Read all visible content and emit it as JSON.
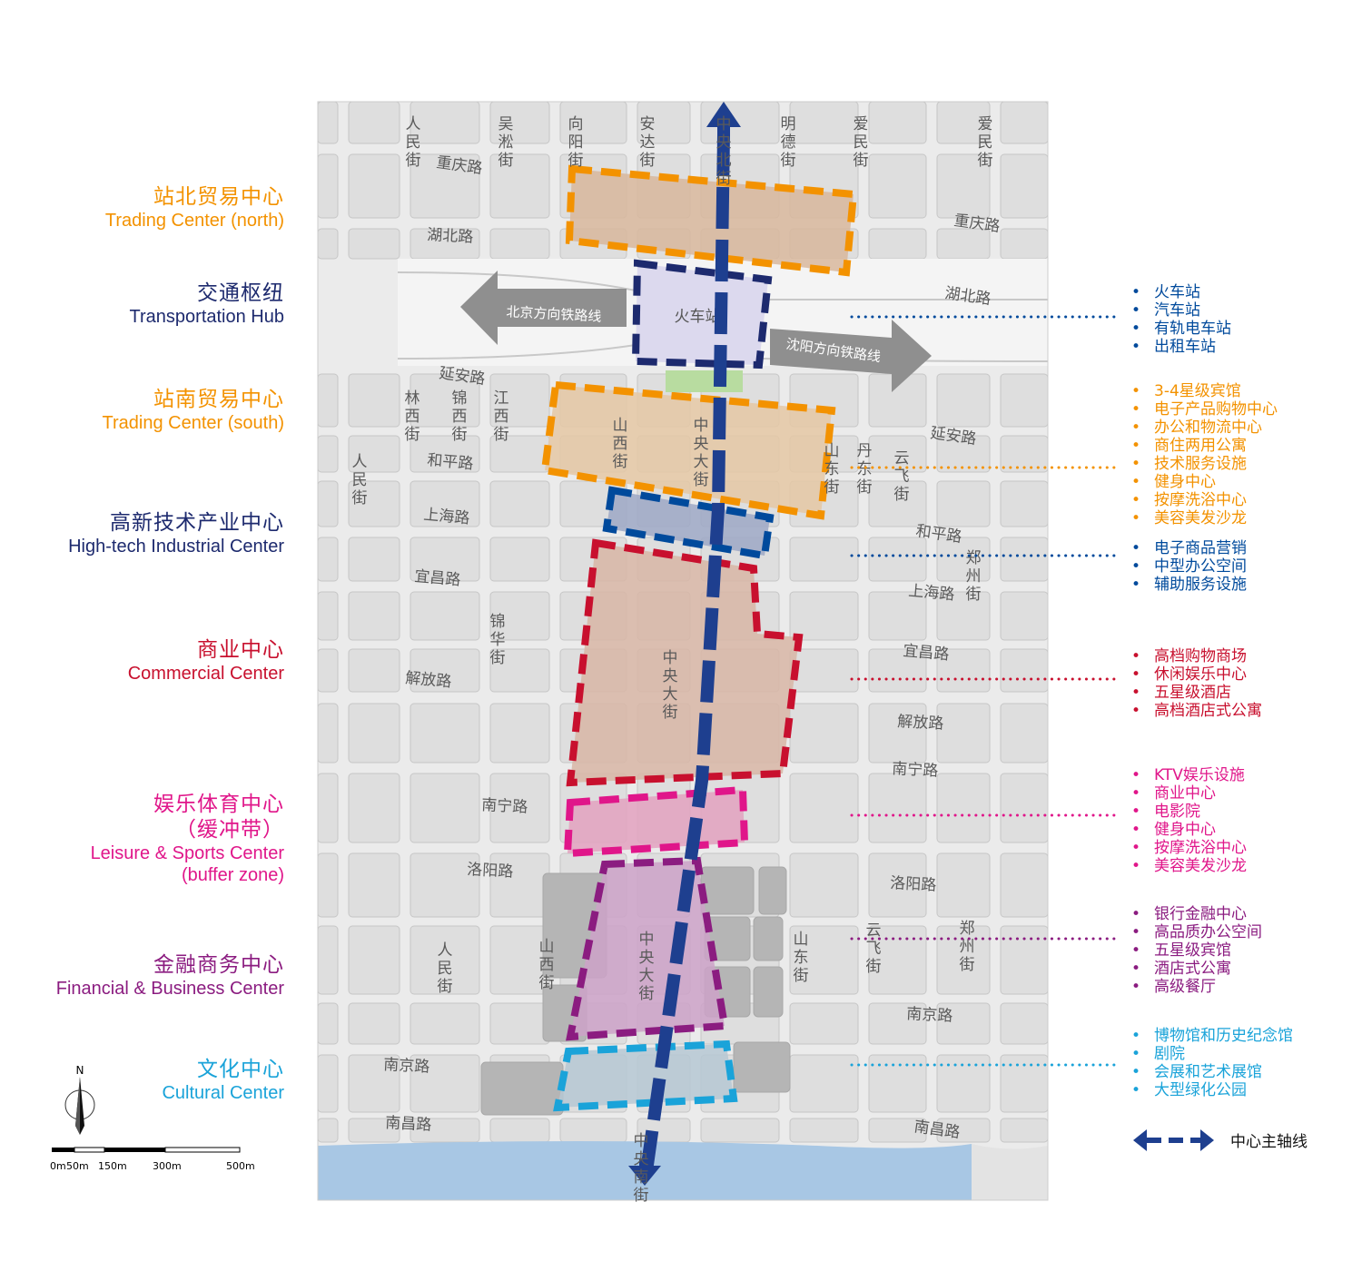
{
  "colors": {
    "orange": "#f39200",
    "navy": "#1d2a6e",
    "blue": "#004a9c",
    "red": "#c8102e",
    "magenta": "#e0168a",
    "purple": "#8b1c80",
    "cyan": "#1aa3d9",
    "water": "#a8c7e4",
    "map_bg": "#efefef"
  },
  "zones": [
    {
      "cn": "站北贸易中心",
      "en": "Trading Center (north)",
      "color": "orange"
    },
    {
      "cn": "交通枢纽",
      "en": "Transportation Hub",
      "color": "navy"
    },
    {
      "cn": "站南贸易中心",
      "en": "Trading Center (south)",
      "color": "orange"
    },
    {
      "cn": "高新技术产业中心",
      "en": "High-tech Industrial Center",
      "color": "navy"
    },
    {
      "cn": "商业中心",
      "en": "Commercial Center",
      "color": "red"
    },
    {
      "cn": "娱乐体育中心",
      "cn2": "（缓冲带）",
      "en": "Leisure & Sports Center",
      "en2": "(buffer zone)",
      "color": "magenta"
    },
    {
      "cn": "金融商务中心",
      "en": "Financial & Business Center",
      "color": "purple"
    },
    {
      "cn": "文化中心",
      "en": "Cultural Center",
      "color": "cyan"
    }
  ],
  "features": [
    {
      "color": "blue",
      "items": [
        "火车站",
        "汽车站",
        "有轨电车站",
        "出租车站"
      ]
    },
    {
      "color": "orange",
      "items": [
        "3-4星级宾馆",
        "电子产品购物中心",
        "办公和物流中心",
        "商住两用公寓",
        "技术服务设施",
        "健身中心",
        "按摩洗浴中心",
        "美容美发沙龙"
      ]
    },
    {
      "color": "blue",
      "items": [
        "电子商品营销",
        "中型办公空间",
        "辅助服务设施"
      ]
    },
    {
      "color": "red",
      "items": [
        "高档购物商场",
        "休闲娱乐中心",
        "五星级酒店",
        "高档酒店式公寓"
      ]
    },
    {
      "color": "magenta",
      "items": [
        "KTV娱乐设施",
        "商业中心",
        "电影院",
        "健身中心",
        "按摩洗浴中心",
        "美容美发沙龙"
      ]
    },
    {
      "color": "purple",
      "items": [
        "银行金融中心",
        "高品质办公空间",
        "五星级宾馆",
        "酒店式公寓",
        "高级餐厅"
      ]
    },
    {
      "color": "cyan",
      "items": [
        "博物馆和历史纪念馆",
        "剧院",
        "会展和艺术展馆",
        "大型绿化公园"
      ]
    }
  ],
  "map": {
    "station": "火车站",
    "rail_west": "北京方向铁路线",
    "rail_east": "沈阳方向铁路线",
    "streets_h": [
      "重庆路",
      "重庆路",
      "湖北路",
      "湖北路",
      "延安路",
      "延安路",
      "和平路",
      "和平路",
      "上海路",
      "上海路",
      "宜昌路",
      "宜昌路",
      "解放路",
      "解放路",
      "南宁路",
      "南宁路",
      "洛阳路",
      "洛阳路",
      "南京路",
      "南京路",
      "南昌路",
      "南昌路"
    ],
    "streets_v": [
      "人民街",
      "吴淞街",
      "向阳街",
      "安达街",
      "中央北街",
      "明德街",
      "爱民街",
      "爱民街",
      "林西街",
      "锦西街",
      "江西街",
      "山西街",
      "中央大街",
      "山东街",
      "丹东街",
      "云飞街",
      "人民街",
      "郑州街",
      "锦华街",
      "中央大街",
      "山西街",
      "中央大街",
      "山东街",
      "云飞街",
      "郑州街",
      "人民街",
      "中央南街"
    ]
  },
  "legend": {
    "axis": "中心主轴线"
  },
  "north": "N",
  "scale": [
    "0m",
    "50m",
    "150m",
    "300m",
    "500m"
  ]
}
